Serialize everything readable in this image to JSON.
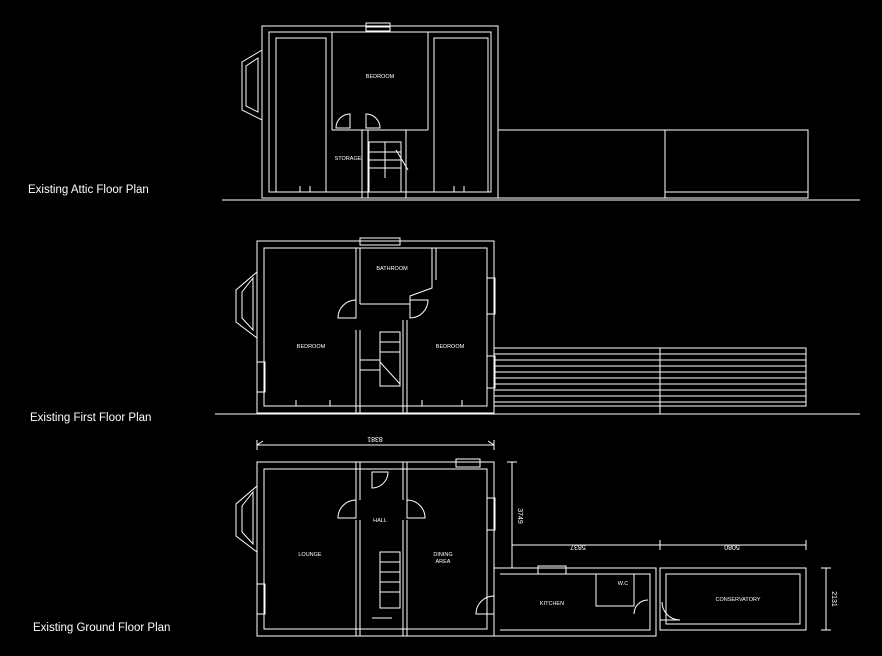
{
  "titles": {
    "attic": "Existing Attic Floor Plan",
    "first": "Existing First Floor Plan",
    "ground": "Existing Ground Floor Plan"
  },
  "rooms": {
    "attic_bedroom": "BEDROOM",
    "storage": "STORAGE",
    "bathroom": "BATHROOM",
    "first_bedroom_left": "BEDROOM",
    "first_bedroom_right": "BEDROOM",
    "hall": "HALL",
    "lounge": "LOUNGE",
    "dining_line1": "DINING",
    "dining_line2": "AREA",
    "kitchen": "KITCHEN",
    "wc": "W.C",
    "conservatory": "CONSERVATORY"
  },
  "dimensions": {
    "overall_width": "8381",
    "side_depth": "3749",
    "extension_depth": "5837",
    "conservatory_depth": "5080",
    "conservatory_height": "2131"
  },
  "colors": {
    "background": "#000000",
    "lines": "#ffffff"
  }
}
